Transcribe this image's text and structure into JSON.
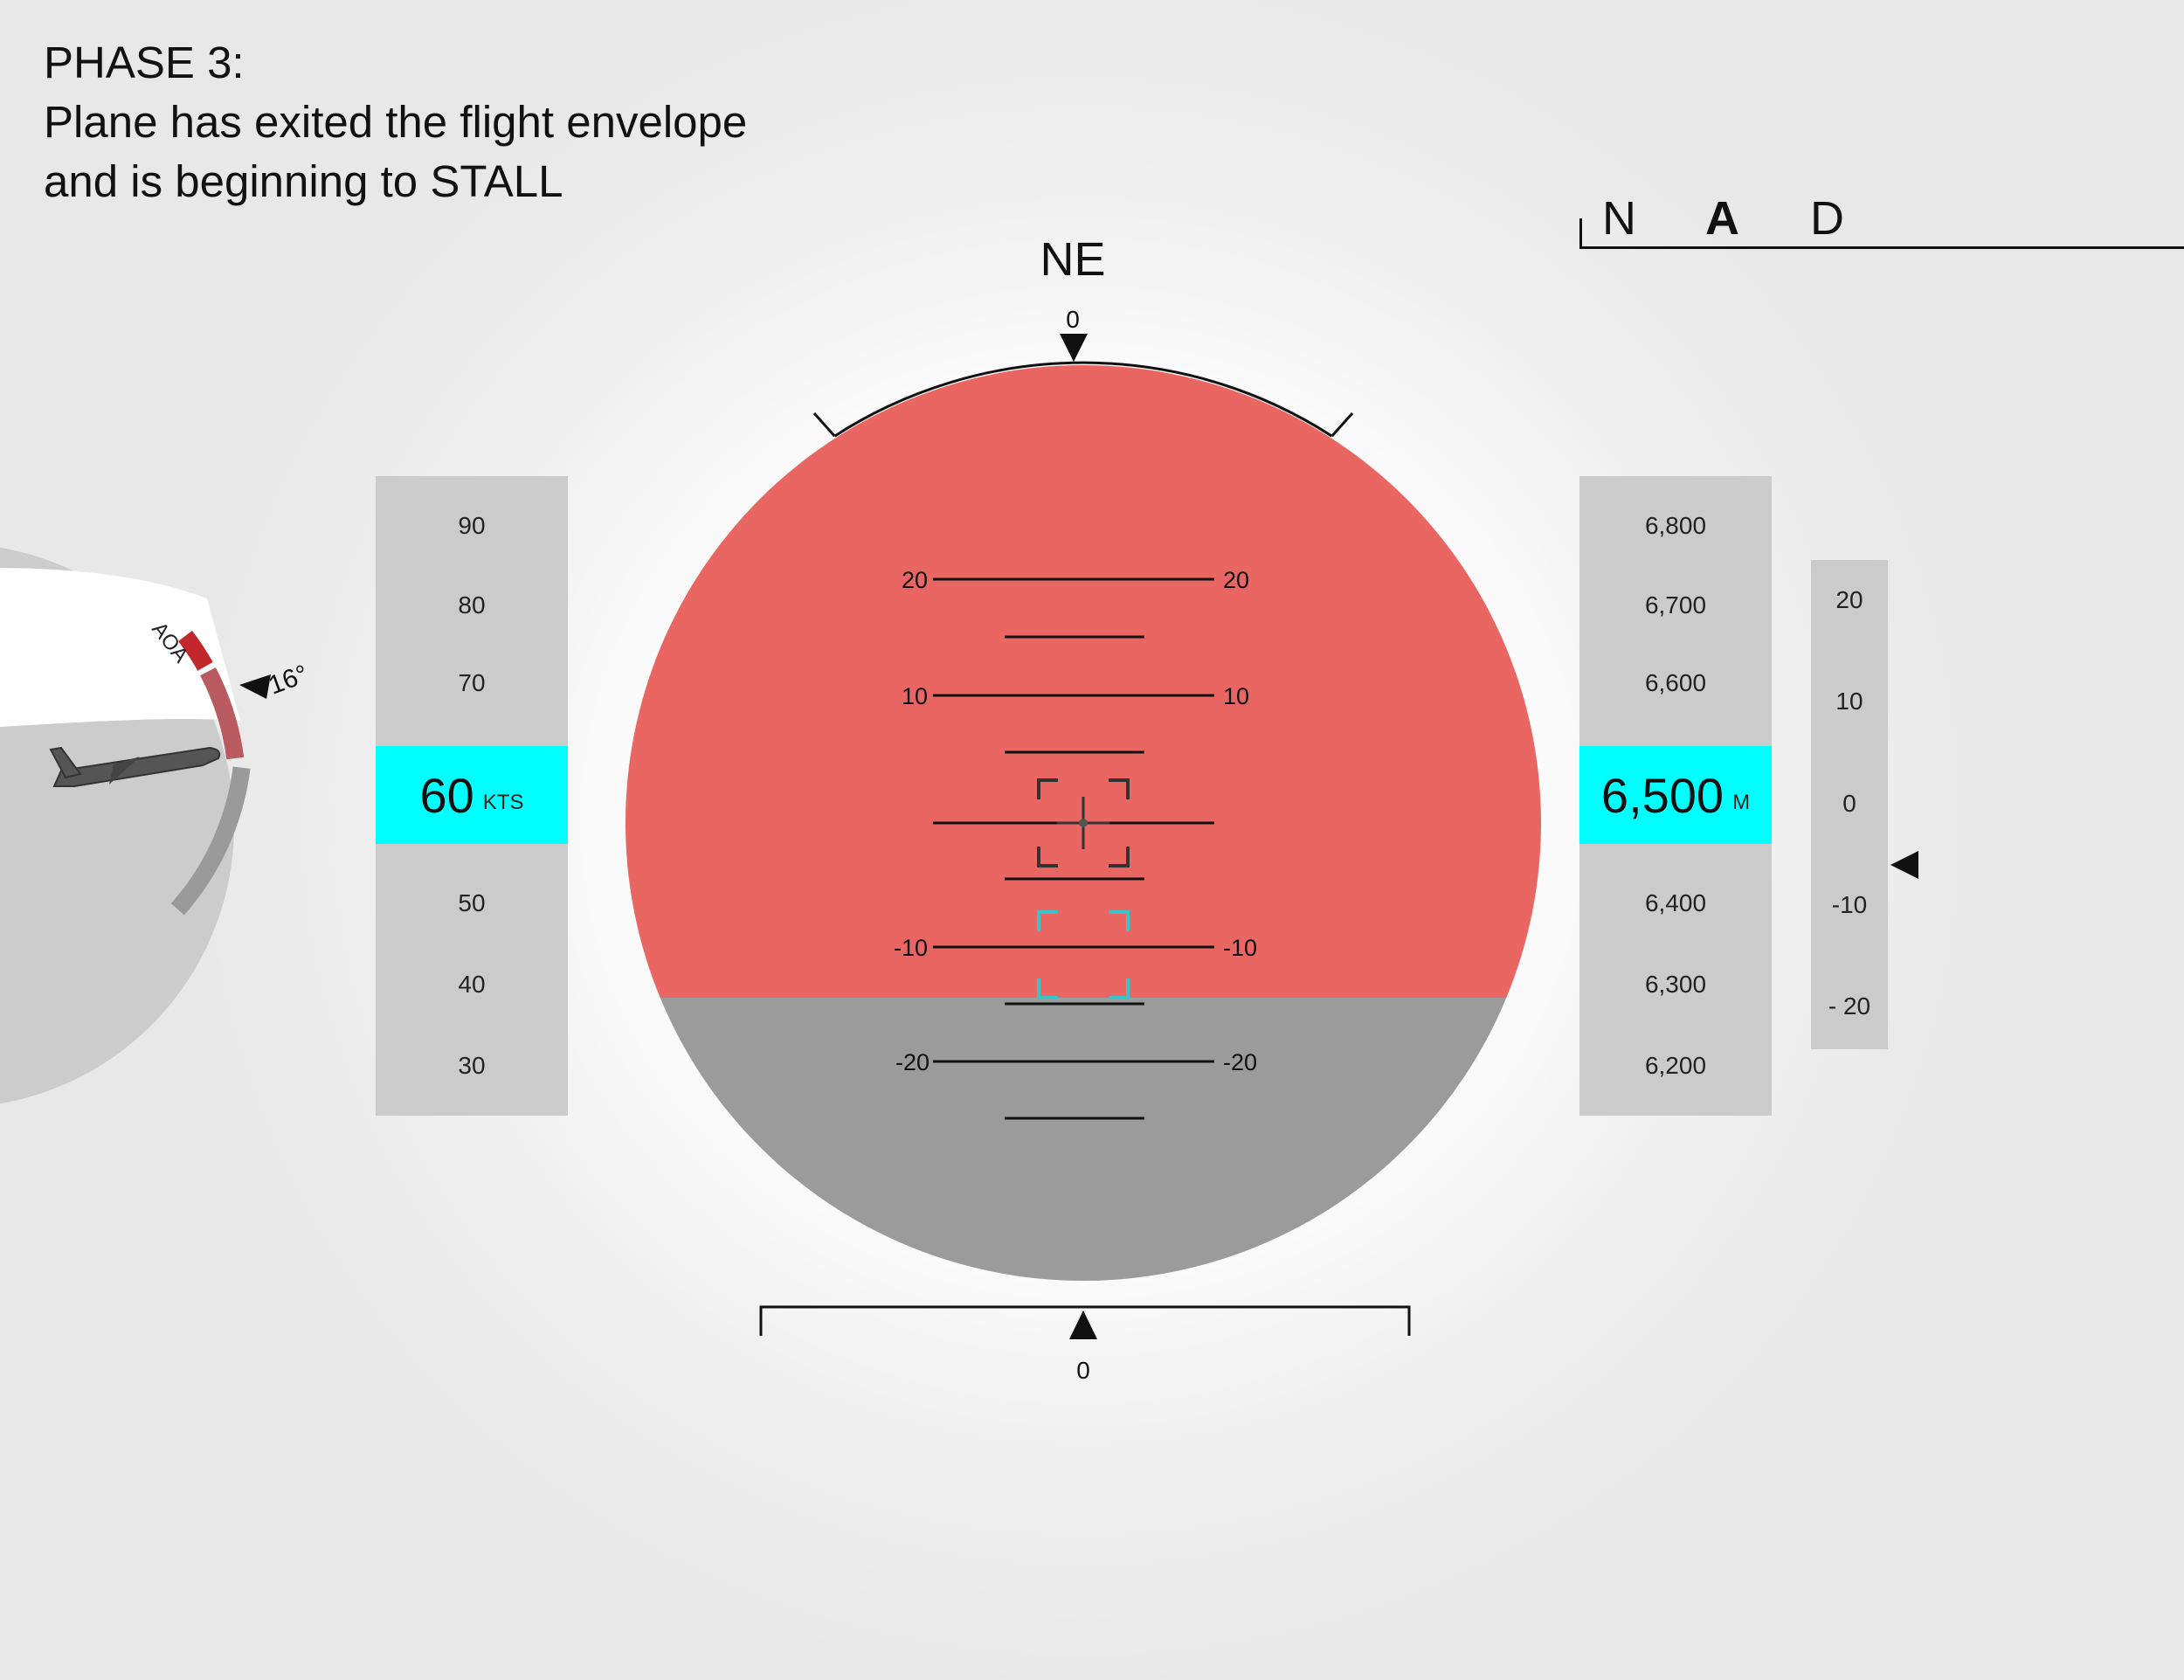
{
  "phase": {
    "line1": "PHASE 3:",
    "line2": "Plane has exited the flight envelope",
    "line3": "and is beginning to STALL"
  },
  "modes": {
    "n": "N",
    "a": "A",
    "d": "D",
    "active": "A"
  },
  "heading": {
    "label": "NE",
    "value": "0"
  },
  "aoa": {
    "label": "AOA",
    "value": "16°"
  },
  "speed": {
    "ticks_above": [
      "90",
      "80",
      "70"
    ],
    "ticks_below": [
      "50",
      "40",
      "30"
    ],
    "value": "60",
    "unit": "KTS"
  },
  "altitude": {
    "ticks_above": [
      "6,800",
      "6,700",
      "6,600"
    ],
    "ticks_below": [
      "6,400",
      "6,300",
      "6,200"
    ],
    "value": "6,500",
    "unit": "M"
  },
  "vertical_speed": {
    "ticks": [
      "20",
      "10",
      "0",
      "-10",
      "- 20"
    ]
  },
  "pitch_ladder": {
    "p20": "20",
    "p10": "10",
    "m10": "-10",
    "m20": "-20"
  },
  "roll": {
    "value": "0"
  },
  "colors": {
    "sky": "#e96663",
    "ground": "#9b9b9b",
    "highlight": "#00ffff",
    "tape": "#cbcbcb",
    "aoa_warning": "#c1272d",
    "fpv": "#39c4c9"
  }
}
